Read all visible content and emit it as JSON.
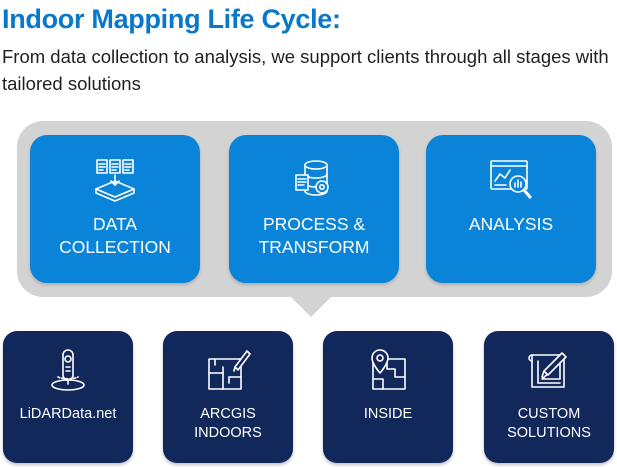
{
  "header": {
    "title": "Indoor Mapping Life Cycle:",
    "subtitle": "From data collection to analysis, we support clients through all stages with tailored solutions"
  },
  "stages": [
    {
      "label": "DATA\nCOLLECTION",
      "icon": "documents-tray-icon"
    },
    {
      "label": "PROCESS &\nTRANSFORM",
      "icon": "database-process-icon"
    },
    {
      "label": "ANALYSIS",
      "icon": "chart-magnifier-icon"
    }
  ],
  "solutions": [
    {
      "label": "LiDARData.net",
      "icon": "lidar-scanner-icon"
    },
    {
      "label": "ARCGIS\nINDOORS",
      "icon": "floorplan-pencil-icon"
    },
    {
      "label": "INSIDE",
      "icon": "map-location-pin-icon"
    },
    {
      "label": "CUSTOM\nSOLUTIONS",
      "icon": "blueprint-tools-icon"
    }
  ],
  "colors": {
    "title": "#0a78c8",
    "stage_box": "#0a84d8",
    "solution_box": "#13285a",
    "bubble": "#d3d3d3"
  }
}
